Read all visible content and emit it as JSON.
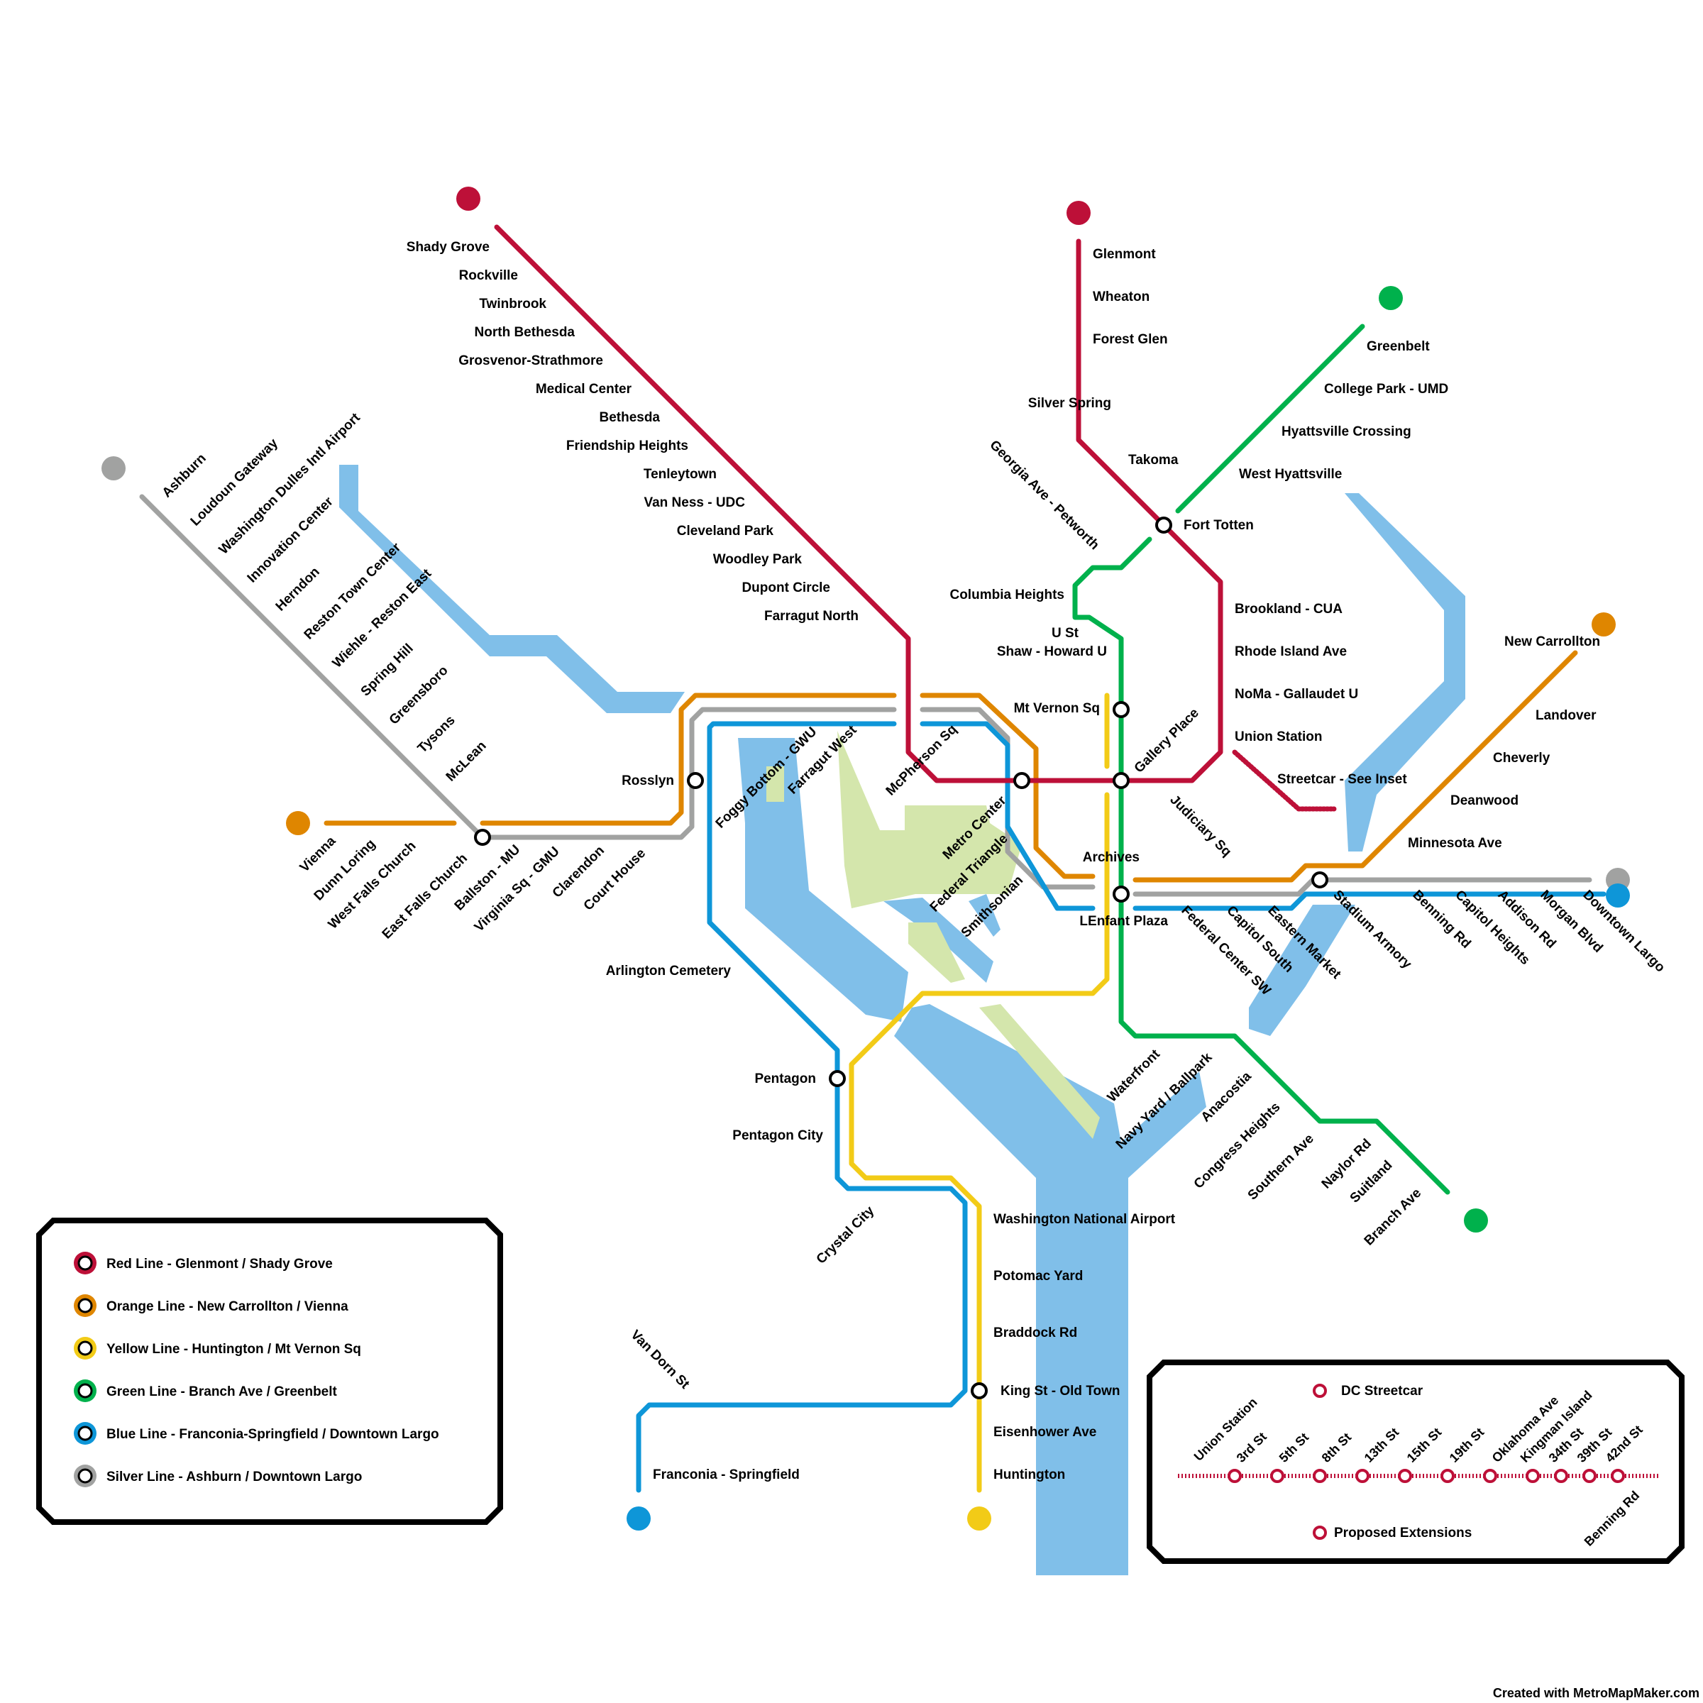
{
  "colors": {
    "red": "#BD1038",
    "orange": "#DF8600",
    "yellow": "#F2CB17",
    "green": "#00B14C",
    "blue": "#0E96D8",
    "silver": "#A1A2A1",
    "water": "#80BFE9",
    "park": "#D4E6AC",
    "streetcar": "#BD1038",
    "background": "#ffffff"
  },
  "stations": {
    "red": [
      "Shady Grove",
      "Rockville",
      "Twinbrook",
      "North Bethesda",
      "Grosvenor-Strathmore",
      "Medical Center",
      "Bethesda",
      "Friendship Heights",
      "Tenleytown",
      "Van Ness - UDC",
      "Cleveland Park",
      "Woodley Park",
      "Dupont Circle",
      "Farragut North",
      "Glenmont",
      "Wheaton",
      "Forest Glen",
      "Silver Spring",
      "Takoma",
      "Fort Totten",
      "Brookland - CUA",
      "Rhode Island Ave",
      "NoMa - Gallaudet U",
      "Union Station",
      "Judiciary Sq",
      "Gallery Place",
      "Metro Center"
    ],
    "green": [
      "Greenbelt",
      "College Park - UMD",
      "Hyattsville Crossing",
      "West Hyattsville",
      "Georgia Ave - Petworth",
      "Columbia Heights",
      "U St",
      "Shaw - Howard U",
      "Mt Vernon Sq",
      "Archives",
      "LEnfant Plaza",
      "Waterfront",
      "Navy Yard / Ballpark",
      "Anacostia",
      "Congress Heights",
      "Southern Ave",
      "Naylor Rd",
      "Suitland",
      "Branch Ave"
    ],
    "orange": [
      "Vienna",
      "Dunn Loring",
      "West Falls Church",
      "East Falls Church",
      "New Carrollton",
      "Landover",
      "Cheverly",
      "Deanwood",
      "Minnesota Ave"
    ],
    "silver": [
      "Ashburn",
      "Loudoun Gateway",
      "Washington Dulles Intl Airport",
      "Innovation Center",
      "Herndon",
      "Reston Town Center",
      "Wiehle - Reston East",
      "Spring Hill",
      "Greensboro",
      "Tysons",
      "McLean",
      "Ballston - MU",
      "Virginia Sq - GMU",
      "Clarendon",
      "Court House",
      "Rosslyn"
    ],
    "blue": [
      "Foggy Bottom - GWU",
      "Farragut West",
      "McPherson Sq",
      "Federal Triangle",
      "Smithsonian",
      "Arlington Cemetery",
      "Pentagon",
      "Pentagon City",
      "Crystal City",
      "Van Dorn St",
      "Franconia - Springfield",
      "Federal Center SW",
      "Capitol South",
      "Eastern Market",
      "Stadium Armory",
      "Benning Rd",
      "Capitol Heights",
      "Addison Rd",
      "Morgan Blvd",
      "Downtown Largo"
    ],
    "yellow": [
      "Washington National Airport",
      "Potomac Yard",
      "Braddock Rd",
      "King St - Old Town",
      "Eisenhower Ave",
      "Huntington"
    ],
    "streetcar_link": "Streetcar - See Inset"
  },
  "legend": {
    "items": [
      {
        "label": "Red Line - Glenmont / Shady Grove",
        "color": "#BD1038"
      },
      {
        "label": "Orange Line - New Carrollton / Vienna",
        "color": "#DF8600"
      },
      {
        "label": "Yellow Line - Huntington / Mt Vernon Sq",
        "color": "#F2CB17"
      },
      {
        "label": "Green Line - Branch Ave / Greenbelt",
        "color": "#00B14C"
      },
      {
        "label": "Blue Line - Franconia-Springfield / Downtown Largo",
        "color": "#0E96D8"
      },
      {
        "label": "Silver Line - Ashburn / Downtown Largo",
        "color": "#A1A2A1"
      }
    ]
  },
  "inset": {
    "title": "DC Streetcar",
    "stops": [
      "Union Station",
      "3rd St",
      "5th St",
      "8th St",
      "13th St",
      "15th St",
      "19th St",
      "Oklahoma Ave",
      "Kingman Island",
      "34th St",
      "39th St",
      "42nd St",
      "Benning Rd"
    ],
    "proposed": "Proposed Extensions"
  },
  "footer": "Created with MetroMapMaker.com"
}
